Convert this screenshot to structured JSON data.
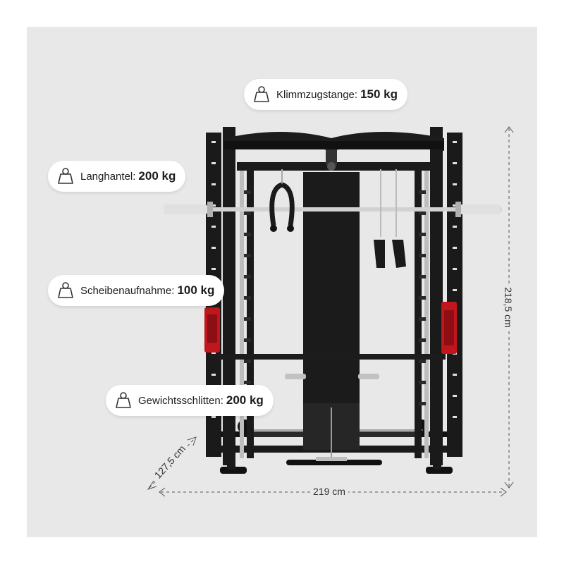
{
  "callouts": [
    {
      "label": "Klimmzugstange:",
      "value": "150 kg",
      "icon": "weight-icon"
    },
    {
      "label": "Langhantel:",
      "value": "200 kg",
      "icon": "weight-icon"
    },
    {
      "label": "Scheibenaufnahme:",
      "value": "100 kg",
      "icon": "weight-icon"
    },
    {
      "label": "Gewichtsschlitten:",
      "value": "200 kg",
      "icon": "weight-icon"
    }
  ],
  "dimensions": {
    "height": "218,5 cm",
    "width": "219 cm",
    "depth": "127,5 cm"
  },
  "colors": {
    "background": "#e8e8e8",
    "frame": "#1a1a1a",
    "accent_red": "#c0161c",
    "chrome": "#c8c8c8"
  }
}
